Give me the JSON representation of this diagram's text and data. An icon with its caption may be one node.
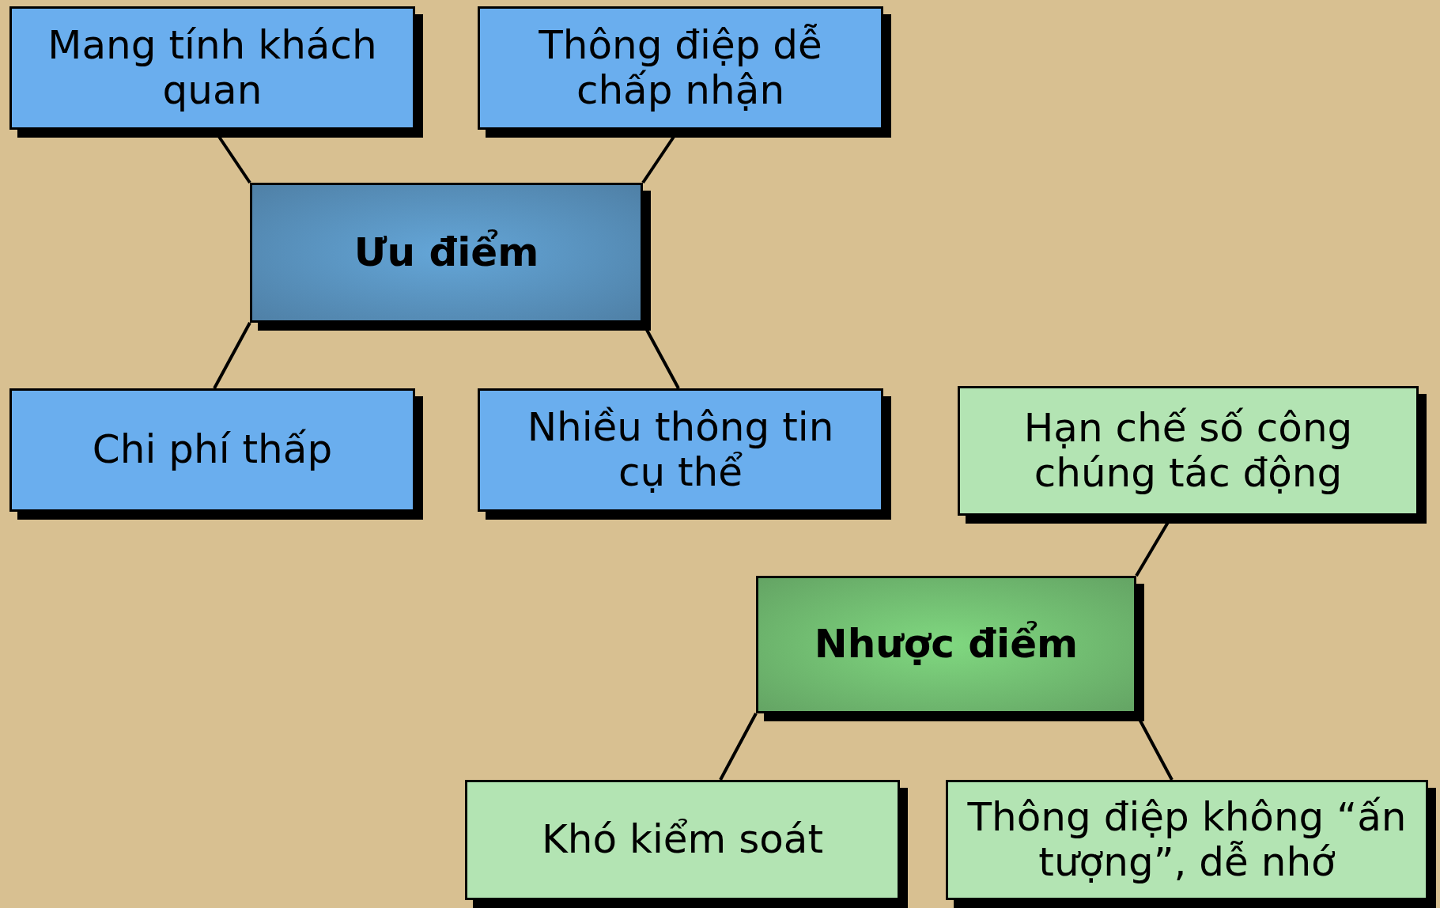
{
  "diagram": {
    "nodes": [
      {
        "text": [
          "Mang tính khách quan"
        ]
      },
      {
        "text": [
          "Thông điệp dễ chấp nhận"
        ]
      },
      {
        "text": [
          "Ưu điểm"
        ]
      },
      {
        "text": [
          "Chi phí thấp"
        ]
      },
      {
        "text": [
          "Nhiều thông tin cụ thể"
        ]
      },
      {
        "text": [
          "Hạn chế số công chúng tác động"
        ]
      },
      {
        "text": [
          "Nhược điểm"
        ]
      },
      {
        "text": [
          "Khó kiểm soát"
        ]
      },
      {
        "text": [
          "Thông điệp không “ấn tượng”, dễ nhớ"
        ]
      }
    ],
    "edges": [
      {
        "from": 0,
        "to": 2,
        "arrow": "none"
      },
      {
        "from": 1,
        "to": 2,
        "arrow": "none"
      },
      {
        "from": 2,
        "to": 3,
        "arrow": "none"
      },
      {
        "from": 2,
        "to": 4,
        "arrow": "none"
      },
      {
        "from": 6,
        "to": 5,
        "arrow": "none"
      },
      {
        "from": 6,
        "to": 7,
        "arrow": "none"
      },
      {
        "from": 6,
        "to": 8,
        "arrow": "none"
      }
    ]
  }
}
